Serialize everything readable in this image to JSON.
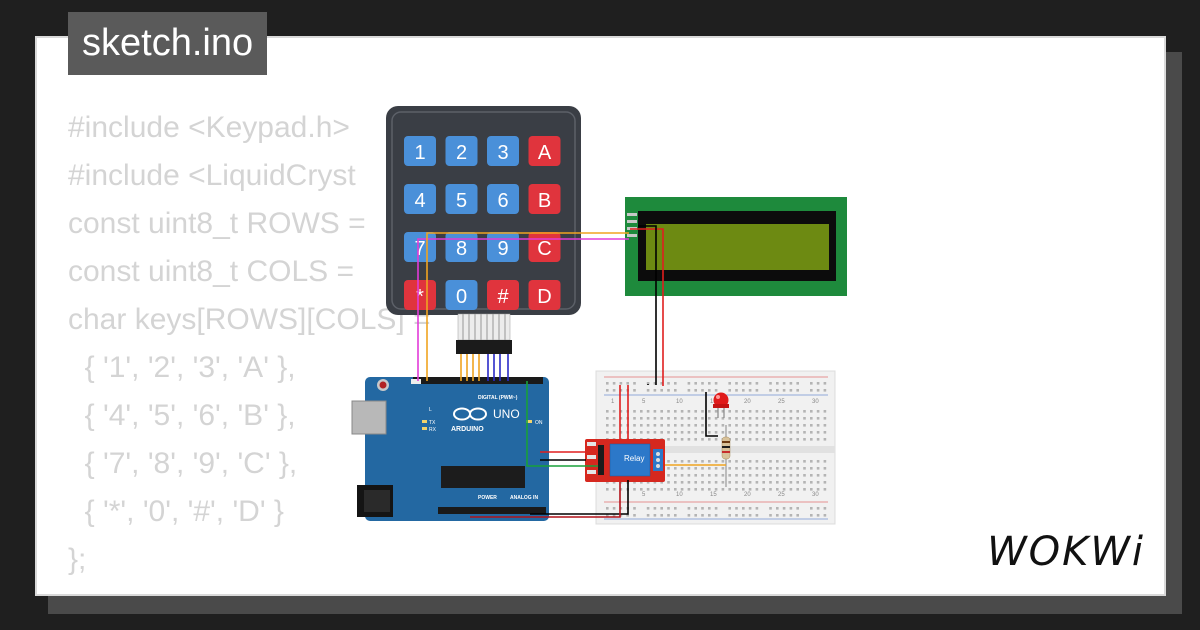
{
  "file_tab": {
    "title": "sketch.ino"
  },
  "code_lines": [
    "#include <Keypad.h>",
    "#include <LiquidCryst",
    "const uint8_t ROWS = ",
    "const uint8_t COLS = ",
    "char keys[ROWS][COLS] =",
    "  { '1', '2', '3', 'A' },",
    "  { '4', '5', '6', 'B' },",
    "  { '7', '8', '9', 'C' },",
    "  { '*', '0', '#', 'D' }",
    "};"
  ],
  "keypad": {
    "keys": [
      "1",
      "2",
      "3",
      "A",
      "4",
      "5",
      "6",
      "B",
      "7",
      "8",
      "9",
      "C",
      "*",
      "0",
      "#",
      "D"
    ]
  },
  "arduino": {
    "brand": "ARDUINO",
    "model": "UNO",
    "digital_label": "DIGITAL (PWM~)",
    "power_label": "POWER",
    "analog_label": "ANALOG IN",
    "on_label": "ON",
    "tx_label": "TX",
    "rx_label": "RX",
    "l_label": "L"
  },
  "relay": {
    "label": "Relay"
  },
  "breadboard": {
    "col_labels": [
      "1",
      "5",
      "10",
      "15",
      "20",
      "25",
      "30"
    ]
  },
  "colors": {
    "background": "#1f1f1f",
    "card": "#ffffff",
    "code": "#d4d4d4",
    "board_blue": "#2368a2",
    "lcd_green": "#1e8a3c",
    "relay_red": "#d6281f"
  },
  "brand": {
    "logo": "WOKWi"
  }
}
